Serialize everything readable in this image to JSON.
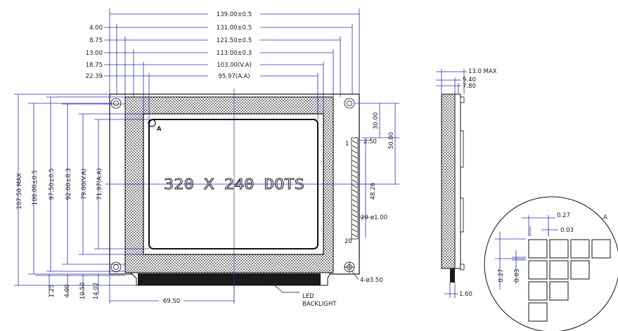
{
  "front_view": {
    "top_dims": [
      "139.00±0.5",
      "131.00±0.5",
      "121.50±0.5",
      "113.00±0.3",
      "103.00(V.A)",
      "95.97(A.A)"
    ],
    "left_offsets": [
      "4.00",
      "8.75",
      "13.00",
      "18.75",
      "22.39"
    ],
    "vertical_dims": [
      "107.50 MAX",
      "100.00±0.5",
      "97.50±0.5",
      "92.00±0.3",
      "79.00(V.A)",
      "71.97(A.A)"
    ],
    "bottom_offsets": [
      "1.25",
      "4.00",
      "10.50",
      "14.02"
    ],
    "bottom_dim": "69.50",
    "right_dims": [
      "30.00",
      "50.00",
      "2.50",
      "48.26",
      "20-ø1.00"
    ],
    "pin_first": "1",
    "pin_last": "20",
    "hole_dim": "4-ø3.50",
    "screen_text": "320 X 240 DOTS",
    "corner_label": "A",
    "led_label": [
      "LED",
      "BACKLIGHT"
    ]
  },
  "side_view": {
    "dims": [
      "13.0 MAX",
      "9.40",
      "7.80",
      "1.60"
    ]
  },
  "detail_view": {
    "label": "A",
    "dims": [
      "0.27",
      "0.03",
      "0.27",
      "0.03"
    ]
  }
}
